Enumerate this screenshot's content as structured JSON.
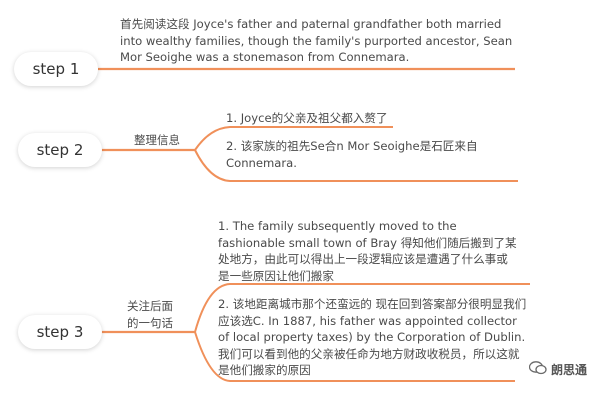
{
  "step1": {
    "label": "step 1",
    "text": "首先阅读这段 Joyce's father and paternal grandfather both married into wealthy families, though the family's purported ancestor, Sean Mor Seoighe was a stonemason from Connemara."
  },
  "step2": {
    "label": "step 2",
    "branch_label": "整理信息",
    "items": [
      "1. Joyce的父亲及祖父都入赘了",
      "2. 该家族的祖先Se合n Mor Seoighe是石匠来自Connemara."
    ]
  },
  "step3": {
    "label": "step 3",
    "branch_label": "关注后面的一句话",
    "items": [
      "1. The family subsequently moved to the fashionable small town of Bray 得知他们随后搬到了某处地方，由此可以得出上一段逻辑应该是遭遇了什么事或是一些原因让他们搬家",
      "2. 该地距离城市那个还蛮远的 现在回到答案部分很明显我们应该选C. In 1887, his father was appointed collector of local property taxes) by the Corporation of Dublin. 我们可以看到他的父亲被任命为地方财政收税员，所以这就是他们搬家的原因"
    ]
  },
  "watermark": {
    "icon": "wechat-icon",
    "text": "朗思通"
  },
  "colors": {
    "line": "#f0905a"
  }
}
